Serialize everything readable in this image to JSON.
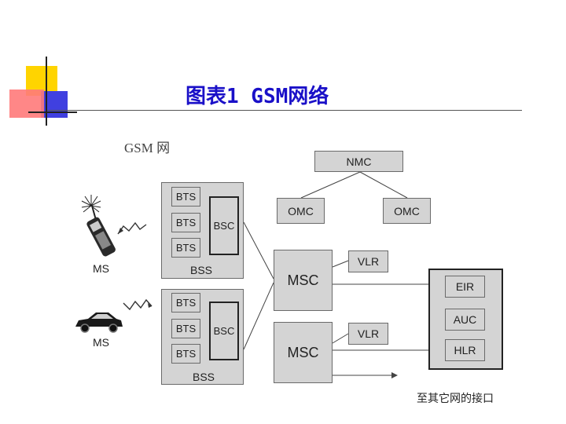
{
  "title": "图表1 GSM网络",
  "subtitle": "GSM 网",
  "nodes": {
    "nmc": "NMC",
    "omc_left": "OMC",
    "omc_right": "OMC",
    "msc_top": "MSC",
    "msc_bottom": "MSC",
    "vlr_top": "VLR",
    "vlr_bottom": "VLR",
    "eir": "EIR",
    "auc": "AUC",
    "hlr": "HLR",
    "bts_top_1": "BTS",
    "bts_top_2": "BTS",
    "bts_top_3": "BTS",
    "bsc_top": "BSC",
    "bss_top": "BSS",
    "bts_bottom_1": "BTS",
    "bts_bottom_2": "BTS",
    "bts_bottom_3": "BTS",
    "bsc_bottom": "BSC",
    "bss_bottom": "BSS",
    "ms_phone": "MS",
    "ms_car": "MS"
  },
  "interface_label": "至其它网的接口",
  "colors": {
    "title": "#1a10c8",
    "box_fill": "#d4d4d4",
    "accent_yellow": "#ffd400",
    "accent_red": "#ff6060",
    "accent_blue": "#4040e0"
  },
  "icons": [
    "antenna-icon",
    "mobile-phone-icon",
    "car-icon",
    "radio-wave-icon"
  ]
}
